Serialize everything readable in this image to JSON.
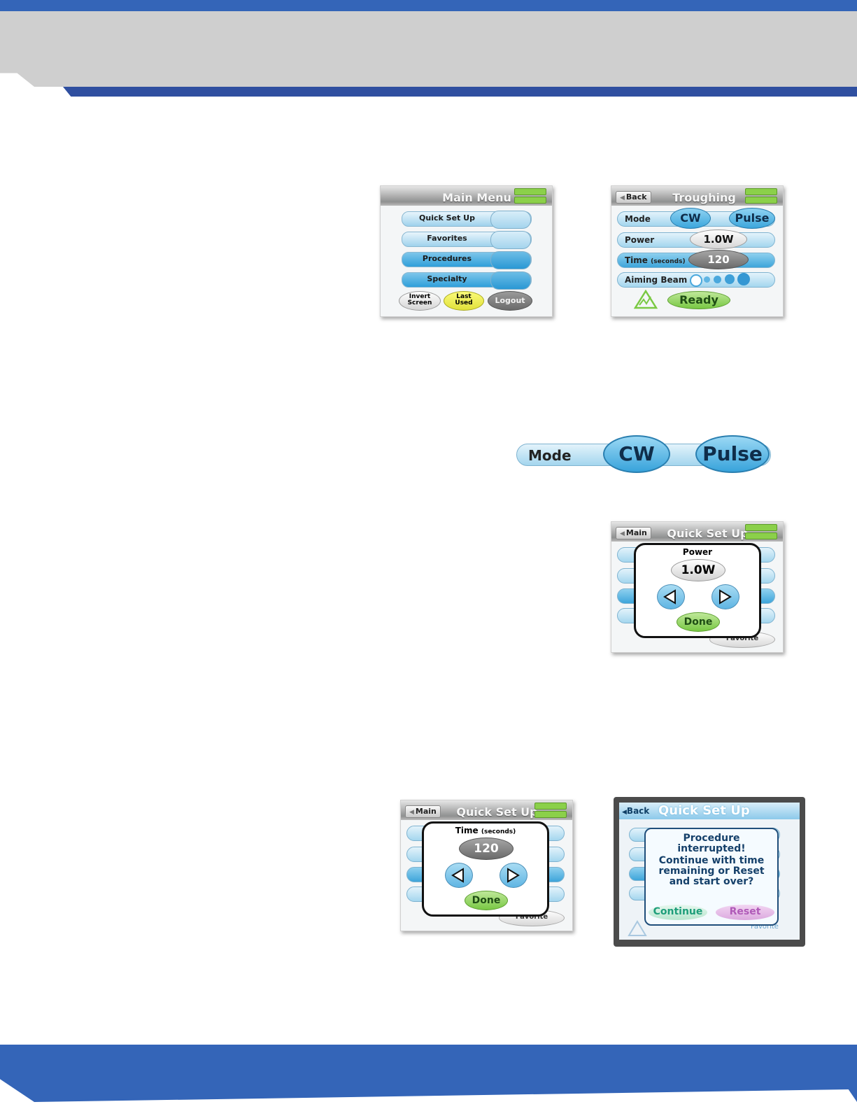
{
  "main_menu_screen": {
    "title": "Main Menu",
    "items": [
      "Quick Set Up",
      "Favorites",
      "Procedures",
      "Specialty"
    ],
    "buttons": {
      "invert": "Invert Screen",
      "last_used": "Last Used",
      "logout": "Logout"
    }
  },
  "troughing_screen": {
    "back": "Back",
    "title": "Troughing",
    "mode_label": "Mode",
    "mode_cw": "CW",
    "mode_pulse": "Pulse",
    "power_label": "Power",
    "power_value": "1.0W",
    "time_label": "Time",
    "time_unit": "(seconds)",
    "time_value": "120",
    "aiming_label": "Aiming Beam",
    "ready": "Ready"
  },
  "mode_detail": {
    "label": "Mode",
    "cw": "CW",
    "pulse": "Pulse"
  },
  "power_popup_screen": {
    "back": "Main",
    "title": "Quick Set Up",
    "popup_title": "Power",
    "value": "1.0W",
    "done": "Done",
    "bg_favorite": "Favorite"
  },
  "time_popup_screen": {
    "back": "Main",
    "title": "Quick Set Up",
    "popup_title": "Time",
    "popup_unit": "(seconds)",
    "value": "120",
    "done": "Done",
    "bg_favorite": "Favorite"
  },
  "interrupted_screen": {
    "back": "Back",
    "title": "Quick Set Up",
    "message": [
      "Procedure",
      "interrupted!",
      "Continue with time",
      "remaining or Reset",
      "and start over?"
    ],
    "continue": "Continue",
    "reset": "Reset",
    "bg_favorite": "Favorite"
  },
  "colors": {
    "brand_blue": "#3465b8",
    "ready_green": "#78c843",
    "header_gray": "#cfcfcf"
  }
}
